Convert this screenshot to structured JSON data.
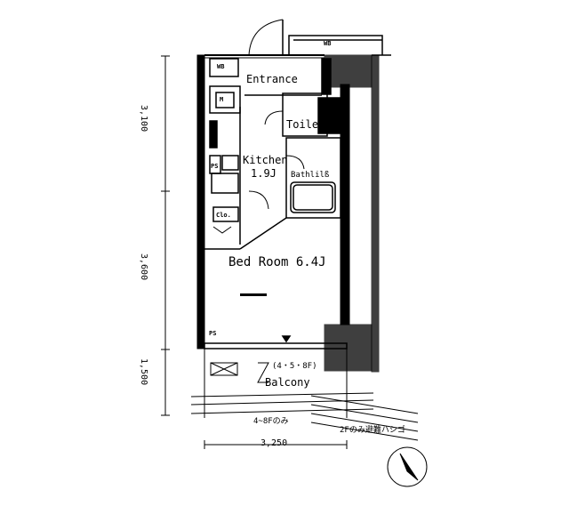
{
  "rooms": {
    "entrance": "Entrance",
    "toilet": "Toilet",
    "kitchen": "Kitchen",
    "kitchen_size": "1.9J",
    "bathroom": "Bathlilß",
    "bedroom": "Bed Room 6.4J",
    "balcony": "Balcony"
  },
  "fixtures": {
    "wb_top": "WB",
    "wb_left": "WB",
    "m": "M",
    "ps_kitchen": "PS",
    "ps_bedroom": "PS",
    "closet": "Clo."
  },
  "notes": {
    "balcony_floors": "(4・5・8F)",
    "floors_only": "4~8Fのみ",
    "escape_ladder": "2Fのみ避難ハシゴ"
  },
  "dimensions": {
    "upper": "3,100",
    "middle": "3,600",
    "lower": "1,500",
    "width": "3,250"
  }
}
